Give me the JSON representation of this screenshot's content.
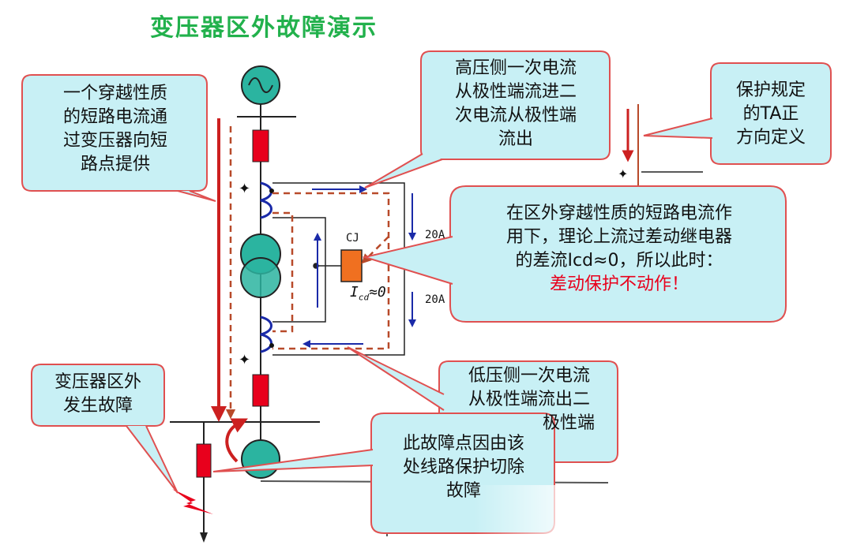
{
  "title": "变压器区外故障演示",
  "callouts": {
    "through_fault": [
      "一个穿越性质",
      "的短路电流通",
      "过变压器向短",
      "路点提供"
    ],
    "hv_side": [
      "高压侧一次电流",
      "从极性端流进二",
      "次电流从极性端",
      "流出"
    ],
    "ta_direction": [
      "保护规定",
      "的TA正",
      "方向定义"
    ],
    "principle": [
      "在区外穿越性质的短路电流作",
      "用下，理论上流过差动继电器",
      "的差流Icd≈0，所以此时："
    ],
    "conclusion": "差动保护不动作！",
    "external_fault": [
      "变压器区外",
      "发生故障"
    ],
    "lv_side": [
      "低压侧一次电流",
      "从极性端流出二",
      "极性端"
    ],
    "fault_cleared": [
      "此故障点因由该",
      "处线路保护切除",
      "故障"
    ]
  },
  "labels": {
    "relay": "CJ",
    "current_top": "20A",
    "current_bottom": "20A",
    "icd_main": "I",
    "icd_sub": "cd",
    "icd_rest": "≈0"
  },
  "colors": {
    "title": "#22b14c",
    "callout_fill": "#c8f0f5",
    "callout_border": "#e05050",
    "resistor": "#e8001c",
    "relay": "#f07020",
    "source": "#2bb4a0",
    "primary_current": "#cc2020",
    "secondary_current": "#b84a2a",
    "ct_arrow": "#1a2aa8"
  }
}
